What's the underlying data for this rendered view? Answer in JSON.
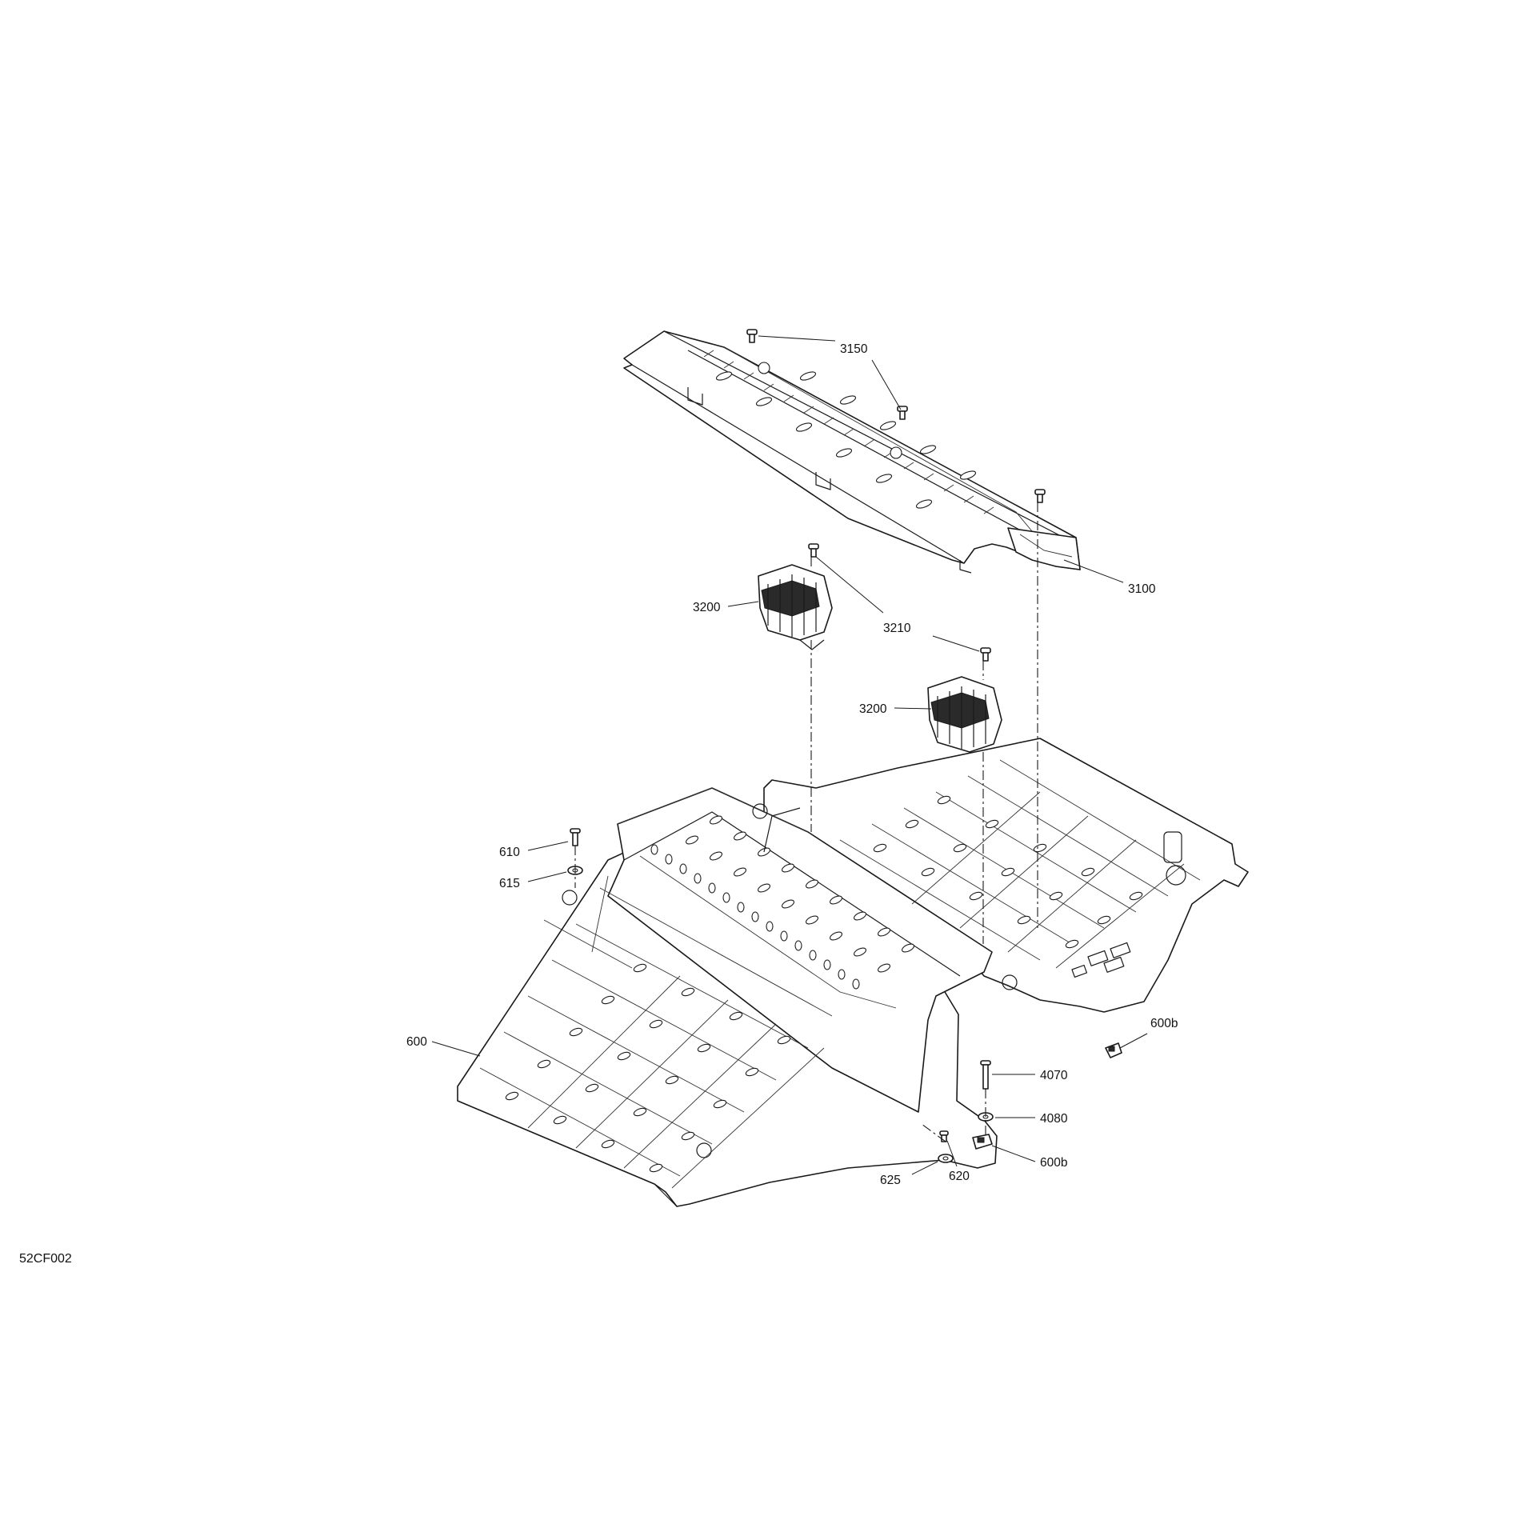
{
  "diagram": {
    "code": "52CF002",
    "callouts": {
      "c3150": "3150",
      "c3100": "3100",
      "c3200a": "3200",
      "c3210": "3210",
      "c3200b": "3200",
      "c610": "610",
      "c615": "615",
      "c600": "600",
      "c600b_top": "600b",
      "c4070": "4070",
      "c4080": "4080",
      "c600b_bottom": "600b",
      "c625": "625",
      "c620": "620"
    }
  }
}
